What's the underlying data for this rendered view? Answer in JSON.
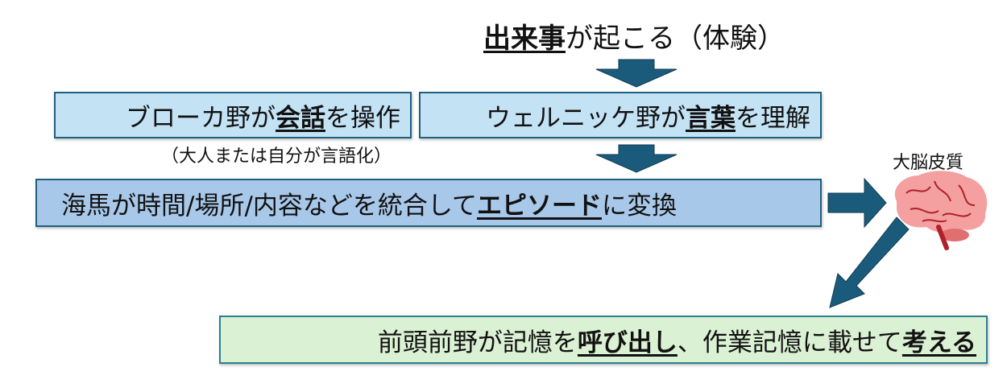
{
  "title": {
    "em": "出来事",
    "rest": "が起こる（体験）"
  },
  "broca": {
    "pre": "ブローカ野が",
    "em": "会話",
    "post": "を操作"
  },
  "broca_note": "（大人または自分が言語化）",
  "wernicke": {
    "pre": "ウェルニッケ野が",
    "em": "言葉",
    "post": "を理解"
  },
  "hippocampus": {
    "pre": "海馬が時間/場所/内容などを統合して",
    "em": "エピソード",
    "post": "に変換"
  },
  "cortex_label": "大脳皮質",
  "prefrontal": {
    "pre": "前頭前野が記憶を",
    "em1": "呼び出し",
    "mid": "、作業記憶に載せて",
    "em2": "考える"
  },
  "colors": {
    "arrow": "#1a5b7b",
    "box_blue_light": "#c3e2f4",
    "box_blue": "#a8c8ea",
    "box_green": "#dbf1d4",
    "border": "#1f5f80",
    "brain": "#f4a0a0"
  }
}
